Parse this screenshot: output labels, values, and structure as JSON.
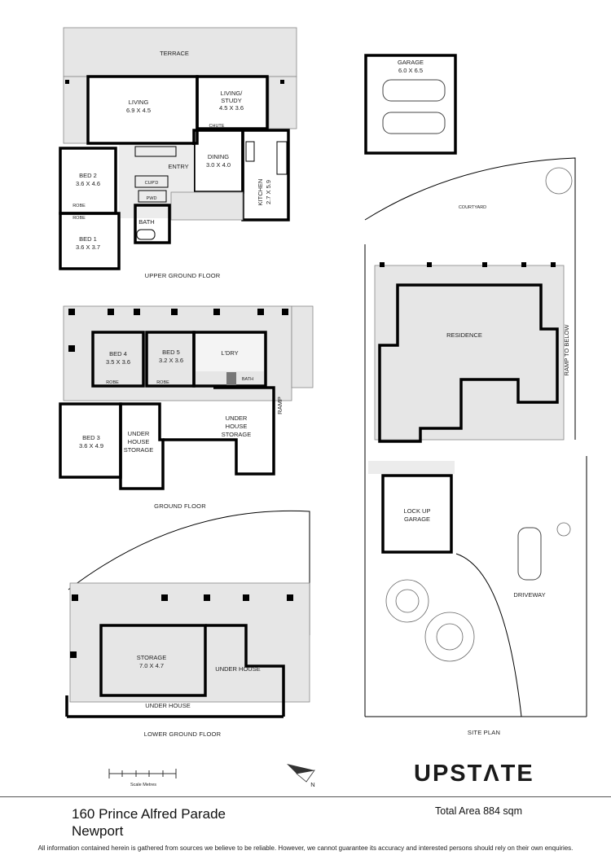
{
  "floors": {
    "upper": {
      "caption": "UPPER GROUND FLOOR",
      "terrace": "TERRACE",
      "living_name": "LIVING",
      "living_dim": "6.9 X 4.5",
      "living_study_name_1": "LIVING/",
      "living_study_name_2": "STUDY",
      "living_study_dim": "4.5 X 3.6",
      "chute": "CHUTE",
      "dining_name": "DINING",
      "dining_dim": "3.0 X 4.0",
      "kitchen_name": "KITCHEN",
      "kitchen_dim": "2.7 X 5.9",
      "entry": "ENTRY",
      "bed2_name": "BED 2",
      "bed2_dim": "3.6 X 4.6",
      "bed1_name": "BED 1",
      "bed1_dim": "3.6 X 3.7",
      "robe": "ROBE",
      "cupd": "CUP'D",
      "pwd": "PWD",
      "bath": "BATH"
    },
    "ground": {
      "caption": "GROUND FLOOR",
      "bed4_name": "BED 4",
      "bed4_dim": "3.5 X 3.6",
      "bed5_name": "BED 5",
      "bed5_dim": "3.2 X 3.6",
      "ldry": "L'DRY",
      "bath": "BATH",
      "robe": "ROBE",
      "bed3_name": "BED 3",
      "bed3_dim": "3.6 X 4.9",
      "uhs_left_1": "UNDER",
      "uhs_left_2": "HOUSE",
      "uhs_left_3": "STORAGE",
      "uhs_right_1": "UNDER",
      "uhs_right_2": "HOUSE",
      "uhs_right_3": "STORAGE",
      "ramp": "RAMP"
    },
    "lower": {
      "caption": "LOWER GROUND FLOOR",
      "storage_name": "STORAGE",
      "storage_dim": "7.0 X 4.7",
      "under_house_right": "UNDER HOUSE",
      "under_house_bottom": "UNDER HOUSE"
    },
    "site": {
      "caption": "SITE PLAN",
      "garage_name": "GARAGE",
      "garage_dim": "6.0 X 6.5",
      "courtyard": "COURTYARD",
      "residence": "RESIDENCE",
      "ramp_to_below": "RAMP TO BELOW",
      "lockup_1": "LOCK UP",
      "lockup_2": "GARAGE",
      "driveway": "DRIVEWAY"
    }
  },
  "scale_label": "Scale Metres",
  "north_letter": "N",
  "brand": "UPSTΛTE",
  "address_line1": "160 Prince Alfred Parade",
  "address_line2": "Newport",
  "total_area": "Total Area 884 sqm",
  "disclaimer": "All information contained herein is gathered from sources we believe to be reliable. However, we cannot guarantee its accuracy and interested persons should rely on their own enquiries."
}
